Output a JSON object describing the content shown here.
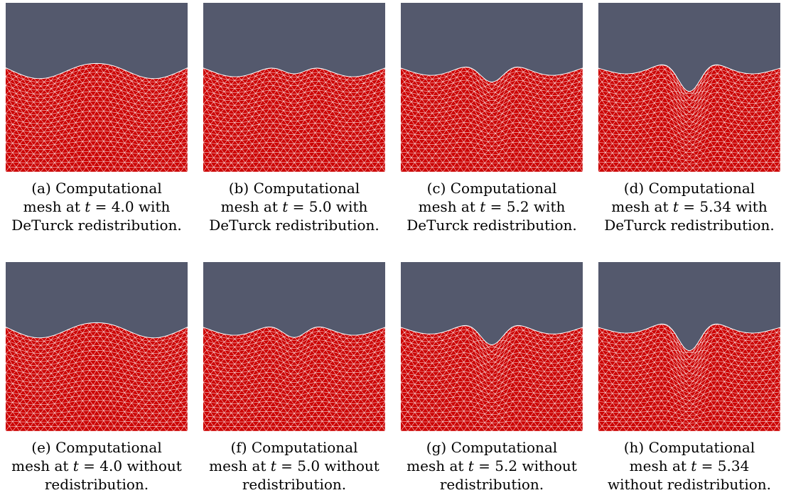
{
  "colors": {
    "background_gas": "#54596d",
    "fluid": "#cc0000",
    "mesh_lines": "#ffffff"
  },
  "panels": [
    {
      "label": "(a)",
      "time": "4.0",
      "dip": 0.05,
      "caption_lines": [
        "(a) Computational",
        "mesh at |t = 4.0| with",
        "DeTurck redistribution."
      ]
    },
    {
      "label": "(b)",
      "time": "5.0",
      "dip": 0.4,
      "caption_lines": [
        "(b) Computational",
        "mesh at |t = 5.0| with",
        "DeTurck redistribution."
      ]
    },
    {
      "label": "(c)",
      "time": "5.2",
      "dip": 0.68,
      "caption_lines": [
        "(c) Computational",
        "mesh at |t = 5.2| with",
        "DeTurck redistribution."
      ]
    },
    {
      "label": "(d)",
      "time": "5.34",
      "dip": 1.0,
      "caption_lines": [
        "(d) Computational",
        "mesh at |t = 5.34| with",
        "DeTurck redistribution."
      ]
    },
    {
      "label": "(e)",
      "time": "4.0",
      "dip": 0.05,
      "caption_lines": [
        "(e) Computational",
        "mesh at |t = 4.0| without",
        "redistribution."
      ]
    },
    {
      "label": "(f)",
      "time": "5.0",
      "dip": 0.55,
      "caption_lines": [
        "(f) Computational",
        "mesh at |t = 5.0| without",
        "redistribution."
      ]
    },
    {
      "label": "(g)",
      "time": "5.2",
      "dip": 0.8,
      "caption_lines": [
        "(g) Computational",
        "mesh at |t = 5.2| without",
        "redistribution."
      ]
    },
    {
      "label": "(h)",
      "time": "5.34",
      "dip": 1.0,
      "caption_lines": [
        "(h) Computational",
        "mesh at |t = 5.34|",
        "without redistribution."
      ]
    }
  ]
}
